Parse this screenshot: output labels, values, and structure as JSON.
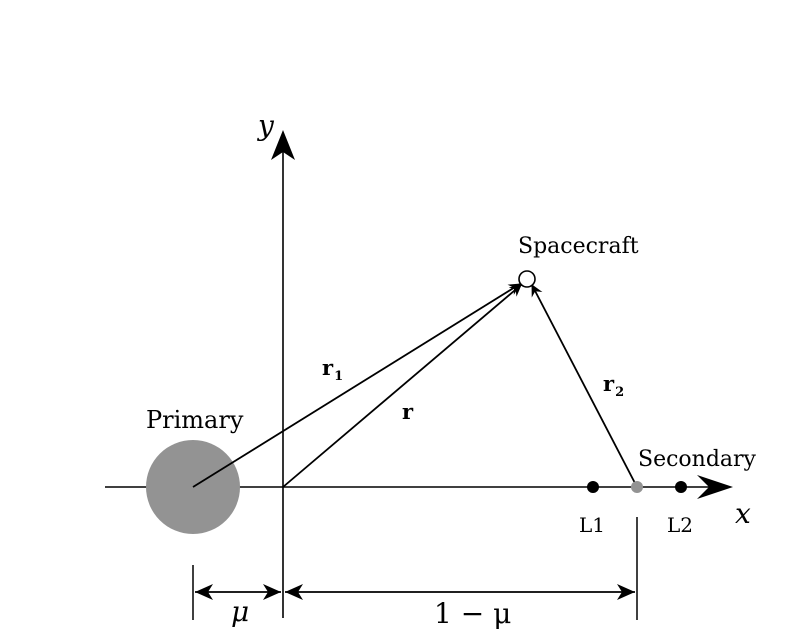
{
  "axes": {
    "x_label": "x",
    "y_label": "y"
  },
  "bodies": {
    "primary": "Primary",
    "secondary": "Secondary",
    "spacecraft": "Spacecraft"
  },
  "lagrange_points": {
    "l1": "L1",
    "l2": "L2"
  },
  "vectors": {
    "r": "r",
    "r1_base": "r",
    "r1_sub": "1",
    "r2_base": "r",
    "r2_sub": "2"
  },
  "dimensions": {
    "mu": "μ",
    "one_minus_mu": "1 − μ"
  },
  "colors": {
    "line": "#000000",
    "primary_fill": "#939393",
    "secondary_fill": "#939393",
    "point_fill": "#000000",
    "spacecraft_fill": "#ffffff"
  }
}
